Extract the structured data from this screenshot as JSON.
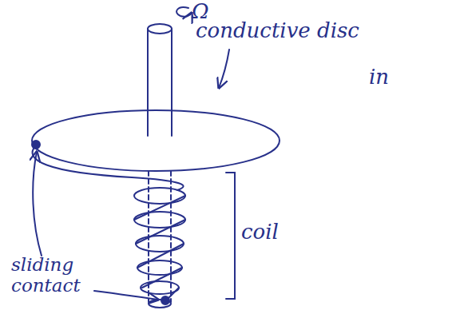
{
  "diagram": {
    "labels": [
      "Ω",
      "conductive disc",
      "coil",
      "sliding contact",
      "in"
    ]
  }
}
